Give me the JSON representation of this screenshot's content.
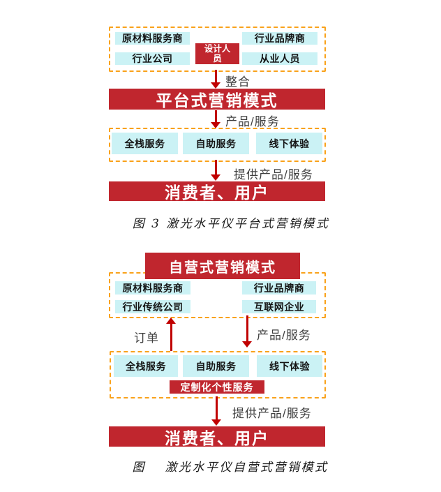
{
  "colors": {
    "banner_red": "#C0262E",
    "arrow_red": "#C00000",
    "box_cyan": "#CBF2F5",
    "dash_orange": "#F9A21B",
    "label_gray": "#3F3F3F"
  },
  "figure1": {
    "stakeholders": {
      "raw_material": "原材料服务商",
      "brand": "行业品牌商",
      "designer": "设计人员",
      "industry_company": "行业公司",
      "practitioner": "从业人员"
    },
    "integrate_label": "整合",
    "platform_banner": "平台式营销模式",
    "product_service_label": "产品/服务",
    "services": {
      "full_stack": "全栈服务",
      "self_help": "自助服务",
      "offline": "线下体验"
    },
    "provide_label": "提供产品/服务",
    "consumer_banner": "消费者、用户",
    "caption": "图 3 激光水平仪平台式营销模式"
  },
  "figure2": {
    "self_banner": "自营式营销模式",
    "stakeholders": {
      "raw_material": "原材料服务商",
      "brand": "行业品牌商",
      "traditional_company": "行业传统公司",
      "internet_company": "互联网企业"
    },
    "order_label": "订单",
    "product_service_label": "产品/服务",
    "services": {
      "full_stack": "全栈服务",
      "self_help": "自助服务",
      "offline": "线下体验",
      "customized": "定制化个性服务"
    },
    "provide_label": "提供产品/服务",
    "consumer_banner": "消费者、用户",
    "caption": "图　 激光水平仪自营式营销模式"
  }
}
